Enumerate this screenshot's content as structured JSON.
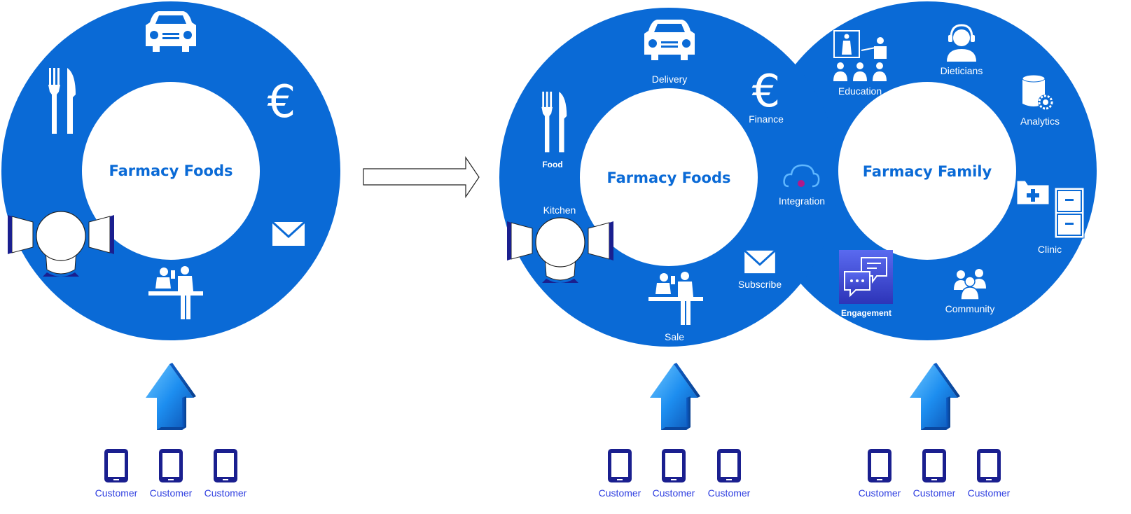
{
  "left_ring": {
    "title": "Farmacy Foods"
  },
  "middle_ring": {
    "title": "Farmacy Foods",
    "labels": {
      "delivery": "Delivery",
      "finance": "Finance",
      "food": "Food",
      "kitchen": "Kitchen",
      "sale": "Sale",
      "subscribe": "Subscribe",
      "integration": "Integration"
    }
  },
  "right_ring": {
    "title": "Farmacy Family",
    "labels": {
      "education": "Education",
      "dieticians": "Dieticians",
      "analytics": "Analytics",
      "clinic": "Clinic",
      "community": "Community",
      "engagement": "Engagement"
    }
  },
  "customer_groups": {
    "left": [
      "Customer",
      "Customer",
      "Customer"
    ],
    "middle": [
      "Customer",
      "Customer",
      "Customer"
    ],
    "right": [
      "Customer",
      "Customer",
      "Customer"
    ]
  },
  "colors": {
    "ring": "#0a6ad6",
    "customer_text": "#2f3fe0",
    "phone": "#1a1f8f"
  }
}
